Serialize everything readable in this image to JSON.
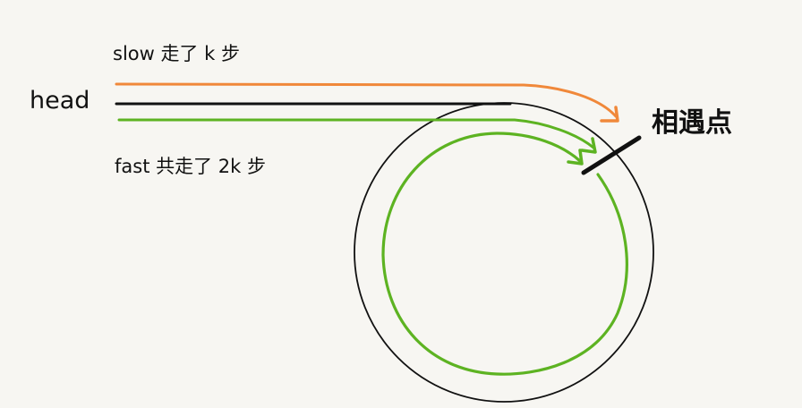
{
  "labels": {
    "head": "head",
    "slow": "slow 走了 k 步",
    "fast": "fast 共走了 2k 步",
    "meeting_point": "相遇点"
  },
  "colors": {
    "background": "#f7f6f2",
    "slow_path": "#f0883a",
    "fast_path": "#5db322",
    "list": "#111111"
  },
  "diagram": {
    "type": "linked-list-cycle",
    "description": "slow pointer walks k steps, fast pointer walks 2k steps, meeting inside the cycle",
    "nodes": [
      "head",
      "cycle",
      "meeting_point"
    ],
    "edges": [
      {
        "from": "head",
        "to": "meeting_point",
        "label": "slow 走了 k 步",
        "color": "orange"
      },
      {
        "from": "head",
        "to": "meeting_point",
        "label": "fast 共走了 2k 步",
        "color": "green",
        "via": "full loop of cycle"
      }
    ]
  }
}
